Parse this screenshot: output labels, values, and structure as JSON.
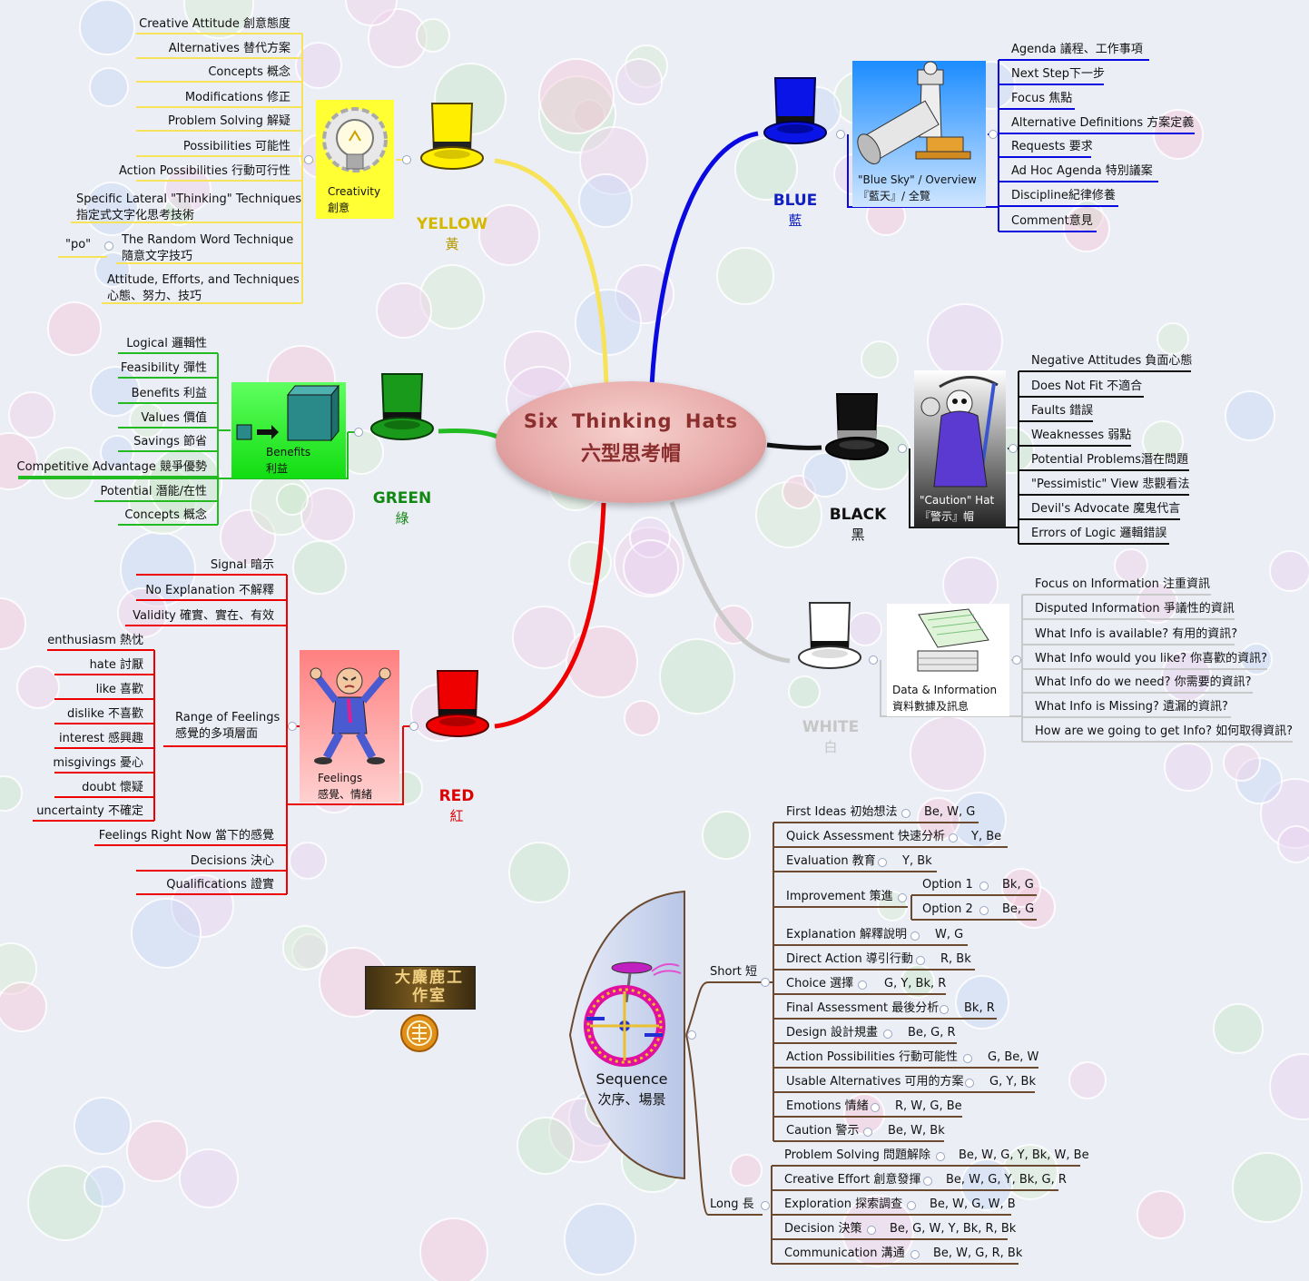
{
  "central": {
    "title_en": "Six  Thinking  Hats",
    "title_zh": "六型思考帽"
  },
  "colors": {
    "yellow": "#f7e35a",
    "blue": "#0a0ae0",
    "black": "#111111",
    "white": "#c9c9c9",
    "red": "#ee0000",
    "green": "#22bb22",
    "sequence": "#6b4a2f"
  },
  "yellow": {
    "name": "YELLOW",
    "zh": "黃",
    "box": "Creativity\n創意",
    "items": [
      "Creative Attitude 創意態度",
      "Alternatives 替代方案",
      "Concepts 概念",
      "Modifications 修正",
      "Problem Solving 解疑",
      "Possibilities 可能性",
      "Action Possibilities 行動可行性",
      "Specific Lateral \"Thinking\" Techniques\n指定式文字化思考技術",
      "The Random Word Technique\n隨意文字技巧",
      "Attitude, Efforts, and Techniques\n心態、努力、技巧"
    ],
    "po": "\"po\""
  },
  "green": {
    "name": "GREEN",
    "zh": "綠",
    "box": "Benefits\n利益",
    "items": [
      "Logical 邏輯性",
      "Feasibility 彈性",
      "Benefits 利益",
      "Values 價值",
      "Savings 節省",
      "Competitive Advantage 競爭優勢",
      "Potential 潛能/在性",
      "Concepts 概念"
    ]
  },
  "red": {
    "name": "RED",
    "zh": "紅",
    "box": "Feelings\n感覺、情緒",
    "items": [
      "Signal 暗示",
      "No Explanation 不解釋",
      "Validity 確實、實在、有效",
      "Range of Feelings\n感覺的多項層面",
      "Feelings Right Now 當下的感覺",
      "Decisions 決心",
      "Qualifications 證實"
    ],
    "range": [
      "enthusiasm 熱忱",
      "hate 討厭",
      "like 喜歡",
      "dislike 不喜歡",
      "interest 感興趣",
      "misgivings 憂心",
      "doubt 懷疑",
      "uncertainty 不確定"
    ]
  },
  "blue": {
    "name": "BLUE",
    "zh": "藍",
    "box": "\"Blue Sky\" / Overview\n『藍天』/ 全覽",
    "items": [
      "Agenda 議程、工作事項",
      "Next Step下一步",
      "Focus 焦點",
      "Alternative Definitions 方案定義",
      "Requests 要求",
      "Ad Hoc Agenda 特別議案",
      "Discipline紀律修養",
      "Comment意見"
    ]
  },
  "black": {
    "name": "BLACK",
    "zh": "黑",
    "box": "\"Caution\" Hat\n『警示』帽",
    "items": [
      "Negative Attitudes 負面心態",
      "Does Not Fit 不適合",
      "Faults 錯誤",
      "Weaknesses 弱點",
      "Potential Problems潛在問題",
      "\"Pessimistic\" View 悲觀看法",
      "Devil's Advocate 魔鬼代言",
      "Errors of Logic 邏輯錯誤"
    ]
  },
  "white": {
    "name": "WHITE",
    "zh": "白",
    "box": "Data & Information\n資料數據及訊息",
    "items": [
      "Focus on Information 注重資訊",
      "Disputed Information 爭議性的資訊",
      "What Info is available? 有用的資訊?",
      "What Info would you like? 你喜歡的資訊?",
      "What Info do we need? 你需要的資訊?",
      "What Info is Missing? 遺漏的資訊?",
      "How are we going to get Info? 如何取得資訊?"
    ]
  },
  "sequence": {
    "title": "Sequence",
    "zh": "次序、場景",
    "short": "Short 短",
    "long": "Long 長",
    "short_items": [
      {
        "label": "First Ideas 初始想法",
        "tag": "Be, W, G"
      },
      {
        "label": "Quick Assessment 快速分析",
        "tag": "Y, Be"
      },
      {
        "label": "Evaluation 教育",
        "tag": "Y, Bk"
      },
      {
        "label": "Improvement 策進",
        "tag": ""
      },
      {
        "label": "Explanation 解釋說明",
        "tag": "W, G"
      },
      {
        "label": "Direct Action 導引行動",
        "tag": "R, Bk"
      },
      {
        "label": "Choice 選擇",
        "tag": "G, Y, Bk, R"
      },
      {
        "label": "Final Assessment 最後分析",
        "tag": "Bk, R"
      },
      {
        "label": "Design 設計規畫",
        "tag": "Be, G, R"
      },
      {
        "label": "Action Possibilities 行動可能性",
        "tag": "G, Be, W"
      },
      {
        "label": "Usable Alternatives 可用的方案",
        "tag": "G, Y, Bk"
      },
      {
        "label": "Emotions 情緒",
        "tag": "R, W, G, Be"
      },
      {
        "label": "Caution 警示",
        "tag": "Be, W, Bk"
      }
    ],
    "options": [
      {
        "label": "Option 1",
        "tag": "Bk, G"
      },
      {
        "label": "Option 2",
        "tag": "Be, G"
      }
    ],
    "long_items": [
      {
        "label": "Problem Solving 問題解除",
        "tag": "Be, W, G, Y, Bk, W, Be"
      },
      {
        "label": "Creative Effort 創意發揮",
        "tag": "Be, W, G, Y, Bk, G, R"
      },
      {
        "label": "Exploration 探索調查",
        "tag": "Be, W, G, W, B"
      },
      {
        "label": "Decision 決策",
        "tag": "Be, G, W, Y, Bk, R, Bk"
      },
      {
        "label": "Communication 溝通",
        "tag": "Be, W, G, R, Bk"
      }
    ]
  },
  "logo": {
    "text": "大麋鹿工作室"
  }
}
